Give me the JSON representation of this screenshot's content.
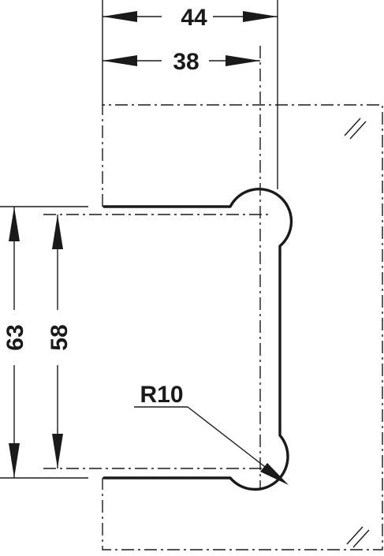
{
  "drawing": {
    "dimensions": {
      "overall_width": "44",
      "inner_width": "38",
      "overall_height": "63",
      "inner_height": "58",
      "radius": "R10"
    },
    "colors": {
      "line": "#1a1a1a",
      "background": "#ffffff"
    }
  }
}
